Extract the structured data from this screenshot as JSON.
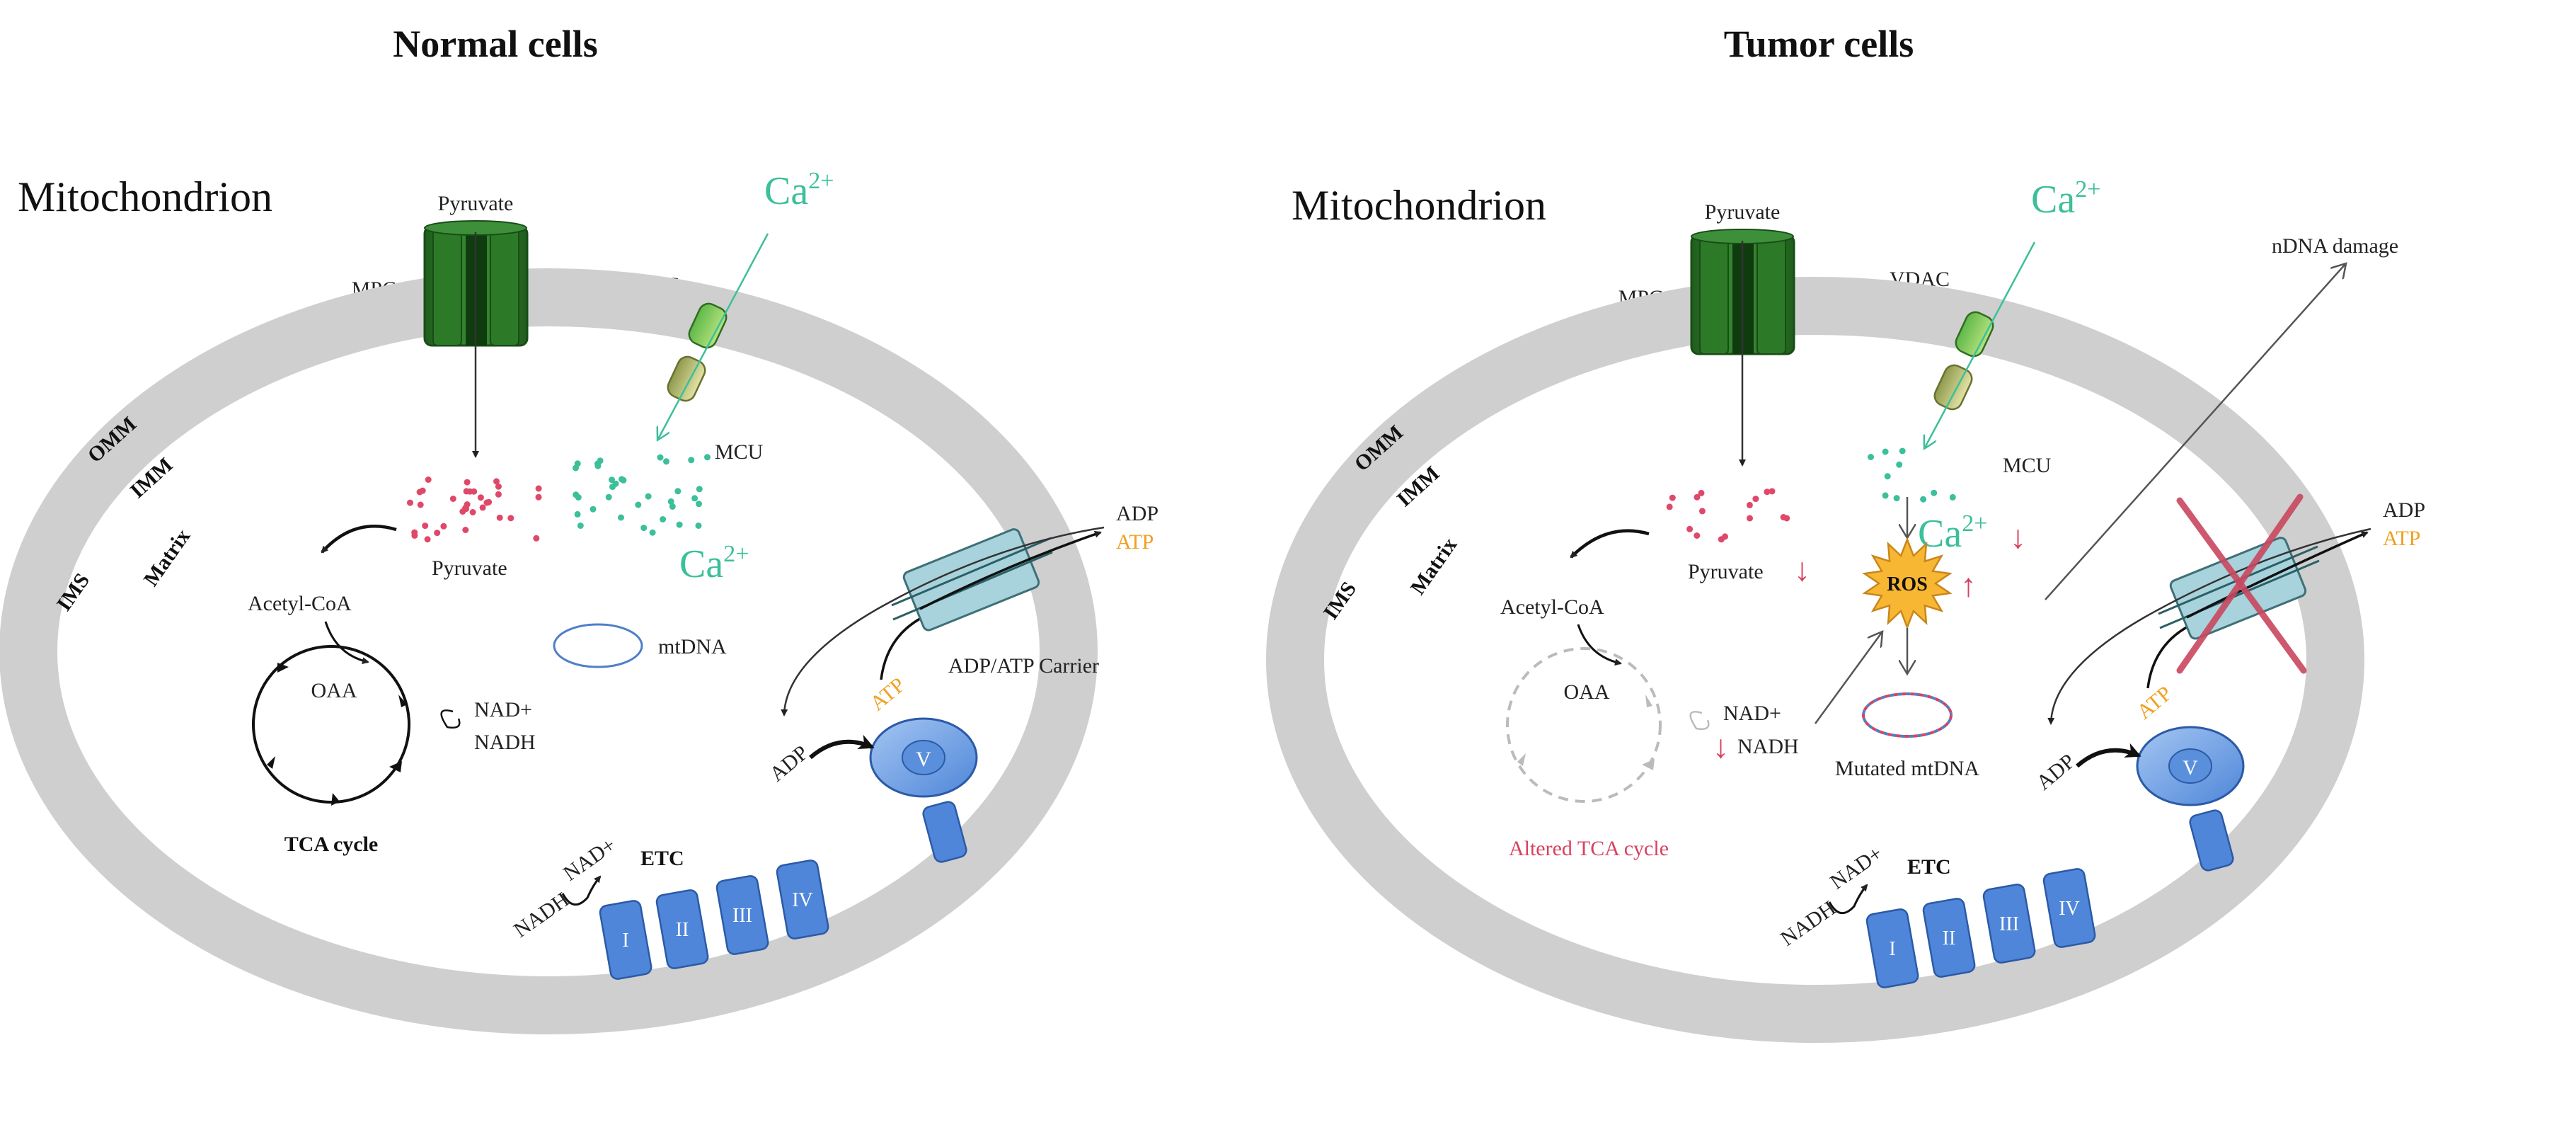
{
  "colors": {
    "membrane": "#cccccc",
    "mpc_green": "#2f7a2a",
    "pyruvate_pink": "#e0486a",
    "calcium_teal": "#3cbf9a",
    "atp_orange": "#f0a020",
    "complex_blue": "#4f86d9",
    "carrier_teal": "#a9d3dc",
    "altered_red": "#d9415f",
    "ros_yellow": "#f8b733",
    "cross_red": "#c9485f"
  },
  "normal": {
    "title": "Normal cells",
    "organelle": "Mitochondrion",
    "pyruvate_in": "Pyruvate",
    "mpc": "MPC",
    "vdac": "VDAC",
    "ca_base": "Ca",
    "ca_sup": "2+",
    "omm": "OMM",
    "imm": "IMM",
    "ims": "IMS",
    "matrix": "Matrix",
    "mcu": "MCU",
    "pyruvate_matrix": "Pyruvate",
    "ca_matrix_base": "Ca",
    "ca_matrix_sup": "2+",
    "adp_out": "ADP",
    "atp_out": "ATP",
    "acetyl_coa": "Acetyl-CoA",
    "oaa": "OAA",
    "nad_plus": "NAD+",
    "nadh": "NADH",
    "tca": "TCA cycle",
    "mtdna": "mtDNA",
    "carrier": "ADP/ATP Carrier",
    "atp_in": "ATP",
    "adp_in": "ADP",
    "complex_v": "V",
    "etc": "ETC",
    "etc_nadh": "NADH",
    "etc_nad": "NAD+",
    "complexes": [
      "I",
      "II",
      "III",
      "IV"
    ]
  },
  "tumor": {
    "title": "Tumor cells",
    "organelle": "Mitochondrion",
    "pyruvate_in": "Pyruvate",
    "mpc": "MPC",
    "vdac": "VDAC",
    "ca_base": "Ca",
    "ca_sup": "2+",
    "omm": "OMM",
    "imm": "IMM",
    "ims": "IMS",
    "matrix": "Matrix",
    "mcu": "MCU",
    "pyruvate_matrix": "Pyruvate",
    "ca_matrix_base": "Ca",
    "ca_matrix_sup": "2+",
    "down_arrow": "↓",
    "up_arrow": "↑",
    "ros": "ROS",
    "ndna": "nDNA damage",
    "adp_out": "ADP",
    "atp_out": "ATP",
    "acetyl_coa": "Acetyl-CoA",
    "oaa": "OAA",
    "nad_plus": "NAD+",
    "nadh": "NADH",
    "altered_tca": "Altered TCA cycle",
    "mutated_mtdna": "Mutated mtDNA",
    "atp_in": "ATP",
    "adp_in": "ADP",
    "complex_v": "V",
    "etc": "ETC",
    "etc_nadh": "NADH",
    "etc_nad": "NAD+",
    "complexes": [
      "I",
      "II",
      "III",
      "IV"
    ]
  }
}
